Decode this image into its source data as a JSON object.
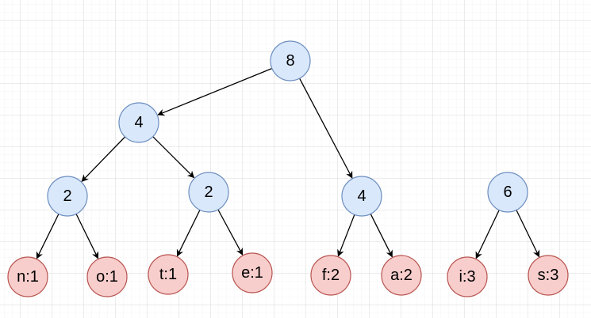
{
  "colors": {
    "background": "#ffffff",
    "grid_minor": "#ececec",
    "grid_major": "#dadada",
    "internal_fill": "#dae8fc",
    "internal_stroke": "#6c8ebf",
    "leaf_fill": "#f8cecc",
    "leaf_stroke": "#b85450",
    "edge": "#000000"
  },
  "tree": {
    "nodes": [
      {
        "id": "n8",
        "label": "8",
        "kind": "internal"
      },
      {
        "id": "n4a",
        "label": "4",
        "kind": "internal"
      },
      {
        "id": "n4b",
        "label": "4",
        "kind": "internal"
      },
      {
        "id": "n2a",
        "label": "2",
        "kind": "internal"
      },
      {
        "id": "n2b",
        "label": "2",
        "kind": "internal"
      },
      {
        "id": "n6",
        "label": "6",
        "kind": "internal"
      },
      {
        "id": "ln",
        "label": "n:1",
        "kind": "leaf"
      },
      {
        "id": "lo",
        "label": "o:1",
        "kind": "leaf"
      },
      {
        "id": "lt",
        "label": "t:1",
        "kind": "leaf"
      },
      {
        "id": "le",
        "label": "e:1",
        "kind": "leaf"
      },
      {
        "id": "lf",
        "label": "f:2",
        "kind": "leaf"
      },
      {
        "id": "la",
        "label": "a:2",
        "kind": "leaf"
      },
      {
        "id": "li",
        "label": "i:3",
        "kind": "leaf"
      },
      {
        "id": "ls",
        "label": "s:3",
        "kind": "leaf"
      }
    ],
    "edges": [
      {
        "from": "n8",
        "to": "n4a"
      },
      {
        "from": "n8",
        "to": "n4b"
      },
      {
        "from": "n4a",
        "to": "n2a"
      },
      {
        "from": "n4a",
        "to": "n2b"
      },
      {
        "from": "n2a",
        "to": "ln"
      },
      {
        "from": "n2a",
        "to": "lo"
      },
      {
        "from": "n2b",
        "to": "lt"
      },
      {
        "from": "n2b",
        "to": "le"
      },
      {
        "from": "n4b",
        "to": "lf"
      },
      {
        "from": "n4b",
        "to": "la"
      },
      {
        "from": "n6",
        "to": "li"
      },
      {
        "from": "n6",
        "to": "ls"
      }
    ]
  }
}
